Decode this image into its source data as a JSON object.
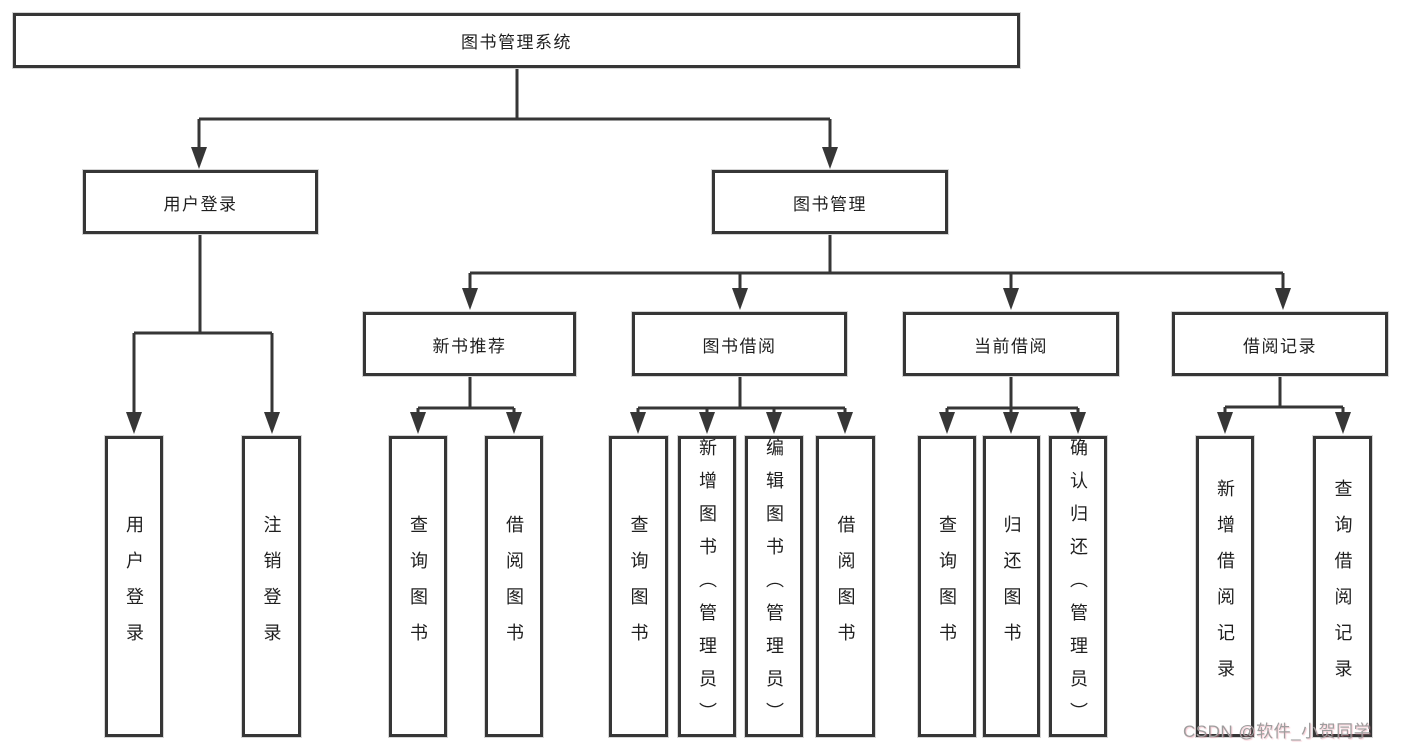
{
  "diagram": {
    "title": "图书管理系统",
    "nodes": {
      "root": "图书管理系统",
      "level2": [
        "用户登录",
        "图书管理"
      ],
      "level3": [
        "新书推荐",
        "图书借阅",
        "当前借阅",
        "借阅记录"
      ],
      "leaves": {
        "user_login": [
          "用户登录",
          "注销登录"
        ],
        "new_book_recommend": [
          "查询图书",
          "借阅图书"
        ],
        "book_borrowing": [
          "查询图书",
          "新增图书（管理员）",
          "编辑图书（管理员）",
          "借阅图书"
        ],
        "current_borrowing": [
          "查询图书",
          "归还图书",
          "确认归还（管理员）"
        ],
        "borrowing_records": [
          "新增借阅记录",
          "查询借阅记录"
        ]
      }
    },
    "watermark": "CSDN @软件_小贺同学",
    "colors": {
      "line": "#363636",
      "text": "#1f1f1f",
      "box_background": "#ffffff",
      "watermark_text": "#9e9e9e",
      "background": "#ffffff"
    }
  }
}
